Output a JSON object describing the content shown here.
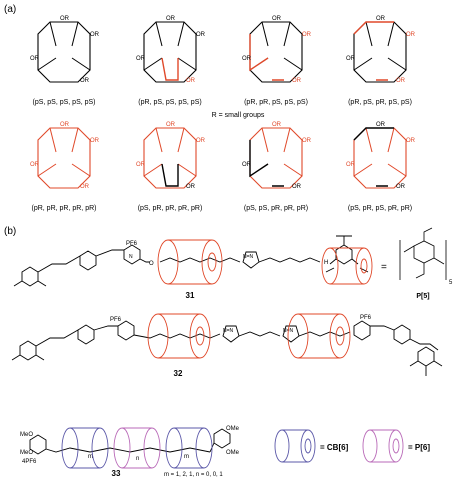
{
  "panel_a": {
    "label": "(a)",
    "substituent": "OR",
    "note": "R = small groups",
    "row1_captions": [
      "(pS, pS, pS, pS, pS)",
      "(pR, pS, pS, pS, pS)",
      "(pR, pR, pS, pS, pS)",
      "(pR, pS, pR, pS, pS)"
    ],
    "row2_captions": [
      "(pR, pR, pR, pR, pR)",
      "(pS, pR, pR, pR, pR)",
      "(pS, pS, pR, pR, pR)",
      "(pS, pR, pS, pR, pR)"
    ]
  },
  "panel_b": {
    "label": "(b)",
    "counterion": "PF6",
    "counterion_4": "4PF6",
    "methoxy": "MeO",
    "methoxy2": "OMe",
    "triazole": "N=N",
    "nh": "H",
    "n_atom": "N",
    "o_atom": "O",
    "compound_31": "31",
    "compound_32": "32",
    "compound_33": "33",
    "p5_label": "P[5]",
    "p5_subscript": "5",
    "equals": "=",
    "cb6_label": "= CB[6]",
    "p6_label": "= P[6]",
    "m_label": "m",
    "n_label": "n",
    "indices": "m = 1, 2, 1, n = 0, 0, 1",
    "colors": {
      "pillar": "#e0492a",
      "cb": "#5b58a8",
      "p6": "#b96ab8"
    }
  }
}
